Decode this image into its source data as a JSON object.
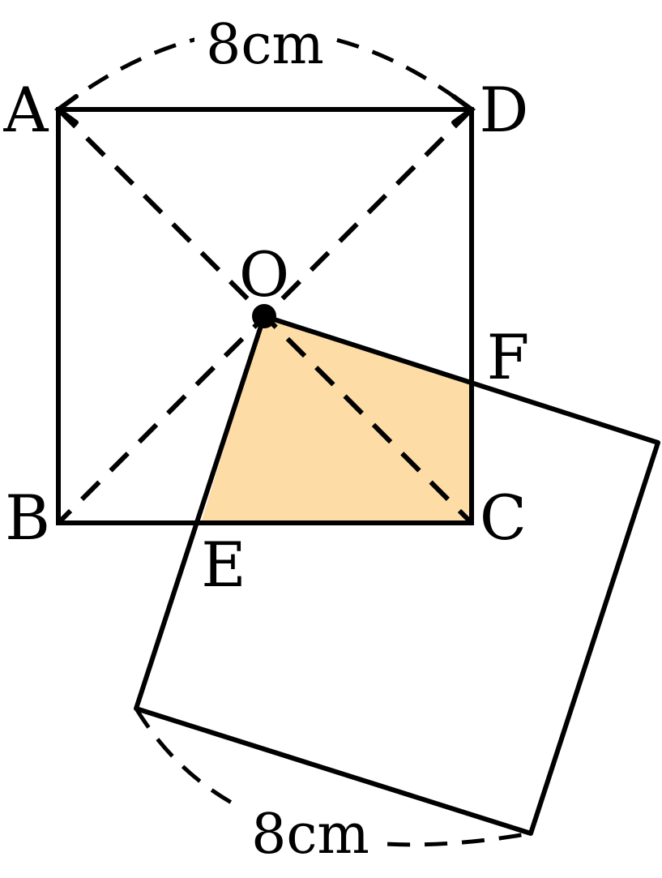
{
  "points": {
    "A": "A",
    "B": "B",
    "C": "C",
    "D": "D",
    "E": "E",
    "F": "F",
    "O": "O"
  },
  "dimensions": {
    "top": "8cm",
    "bottom": "8cm"
  },
  "colors": {
    "stroke": "#000000",
    "overlap_fill": "#fddca6",
    "background": "#ffffff"
  }
}
